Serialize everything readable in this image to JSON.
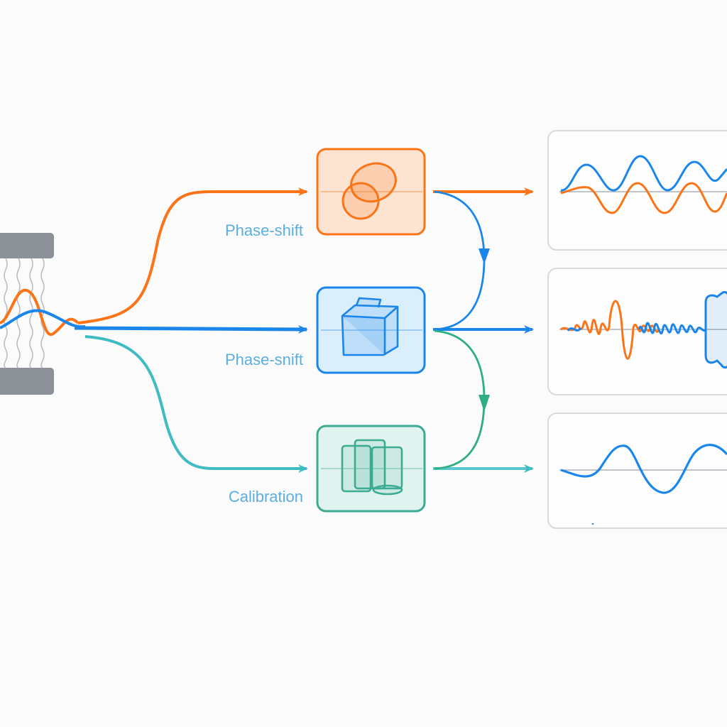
{
  "colors": {
    "orange": "#fb7417",
    "blue": "#1b86ea",
    "teal": "#2fb3bd",
    "green": "#2eae82",
    "label": "#5aaee0",
    "device_gray": "#8c9198",
    "panel_border": "#d9dadd"
  },
  "nodes": [
    {
      "id": "phase-shift-1",
      "label": "Phase-shift",
      "icon": "overlapping-circles-icon",
      "color": "#fb7417",
      "fill": "#fde3d2"
    },
    {
      "id": "phase-shift-2",
      "label": "Phase-snift",
      "icon": "cube-icon",
      "color": "#1b86ea",
      "fill": "#dbeefc"
    },
    {
      "id": "calibration",
      "label": "Calibration",
      "icon": "cylinders-icon",
      "color": "#3cab92",
      "fill": "#e1f3ee"
    }
  ],
  "source_device": {
    "icon": "clamp-device-icon"
  },
  "output_panels": [
    {
      "id": "output-panel-top",
      "waves": [
        "blue",
        "orange"
      ]
    },
    {
      "id": "output-panel-middle",
      "waves": [
        "orange",
        "blue"
      ]
    },
    {
      "id": "output-panel-bottom",
      "waves": [
        "blue"
      ]
    }
  ]
}
